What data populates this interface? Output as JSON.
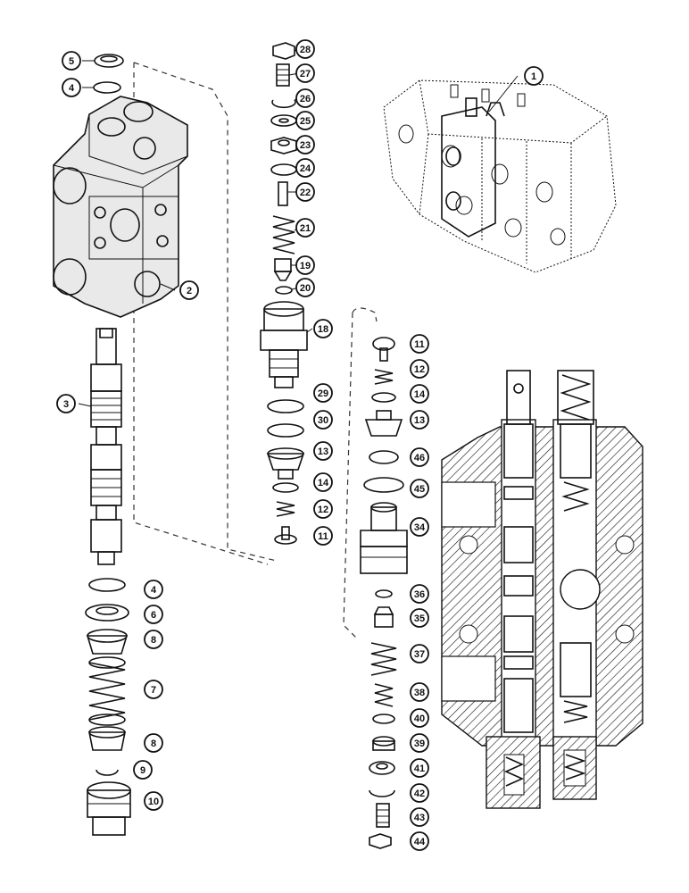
{
  "diagram": {
    "callouts": [
      {
        "id": "c1",
        "label": "1"
      },
      {
        "id": "c2",
        "label": "2"
      },
      {
        "id": "c3",
        "label": "3"
      },
      {
        "id": "c4a",
        "label": "4"
      },
      {
        "id": "c4b",
        "label": "4"
      },
      {
        "id": "c5",
        "label": "5"
      },
      {
        "id": "c6",
        "label": "6"
      },
      {
        "id": "c7",
        "label": "7"
      },
      {
        "id": "c8a",
        "label": "8"
      },
      {
        "id": "c8b",
        "label": "8"
      },
      {
        "id": "c9",
        "label": "9"
      },
      {
        "id": "c10",
        "label": "10"
      },
      {
        "id": "c11a",
        "label": "11"
      },
      {
        "id": "c11b",
        "label": "11"
      },
      {
        "id": "c12a",
        "label": "12"
      },
      {
        "id": "c12b",
        "label": "12"
      },
      {
        "id": "c13a",
        "label": "13"
      },
      {
        "id": "c13b",
        "label": "13"
      },
      {
        "id": "c14a",
        "label": "14"
      },
      {
        "id": "c14b",
        "label": "14"
      },
      {
        "id": "c18",
        "label": "18"
      },
      {
        "id": "c19",
        "label": "19"
      },
      {
        "id": "c20",
        "label": "20"
      },
      {
        "id": "c21",
        "label": "21"
      },
      {
        "id": "c22",
        "label": "22"
      },
      {
        "id": "c23",
        "label": "23"
      },
      {
        "id": "c24",
        "label": "24"
      },
      {
        "id": "c25",
        "label": "25"
      },
      {
        "id": "c26",
        "label": "26"
      },
      {
        "id": "c27",
        "label": "27"
      },
      {
        "id": "c28",
        "label": "28"
      },
      {
        "id": "c29",
        "label": "29"
      },
      {
        "id": "c30",
        "label": "30"
      },
      {
        "id": "c34",
        "label": "34"
      },
      {
        "id": "c35",
        "label": "35"
      },
      {
        "id": "c36",
        "label": "36"
      },
      {
        "id": "c37",
        "label": "37"
      },
      {
        "id": "c38",
        "label": "38"
      },
      {
        "id": "c39",
        "label": "39"
      },
      {
        "id": "c40",
        "label": "40"
      },
      {
        "id": "c41",
        "label": "41"
      },
      {
        "id": "c42",
        "label": "42"
      },
      {
        "id": "c43",
        "label": "43"
      },
      {
        "id": "c44",
        "label": "44"
      },
      {
        "id": "c45",
        "label": "45"
      },
      {
        "id": "c46",
        "label": "46"
      }
    ]
  }
}
